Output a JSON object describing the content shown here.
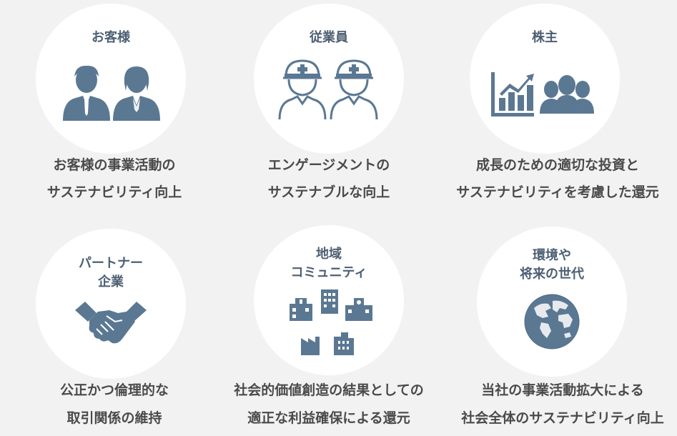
{
  "colors": {
    "background": "#f2f2f2",
    "circle": "#ffffff",
    "icon": "#5b7893",
    "title": "#4d5f73",
    "text": "#4a4a4a"
  },
  "stakeholders": [
    {
      "title": "お客様",
      "icon": "two-people-icon",
      "caption_line1": "お客様の事業活動の",
      "caption_line2": "サステナビリティ向上"
    },
    {
      "title": "従業員",
      "icon": "hardhat-workers-icon",
      "caption_line1": "エンゲージメントの",
      "caption_line2": "サステナブルな向上"
    },
    {
      "title": "株主",
      "icon": "growth-chart-group-icon",
      "caption_line1": "成長のための適切な投資と",
      "caption_line2": "サステナビリティを考慮した還元"
    },
    {
      "title": "パートナー\n企業",
      "icon": "handshake-icon",
      "caption_line1": "公正かつ倫理的な",
      "caption_line2": "取引関係の維持"
    },
    {
      "title": "地域\nコミュニティ",
      "icon": "buildings-icon",
      "caption_line1": "社会的価値創造の結果としての",
      "caption_line2": "適正な利益確保による還元"
    },
    {
      "title": "環境や\n将来の世代",
      "icon": "globe-icon",
      "caption_line1": "当社の事業活動拡大による",
      "caption_line2": "社会全体のサステナビリティ向上"
    }
  ]
}
